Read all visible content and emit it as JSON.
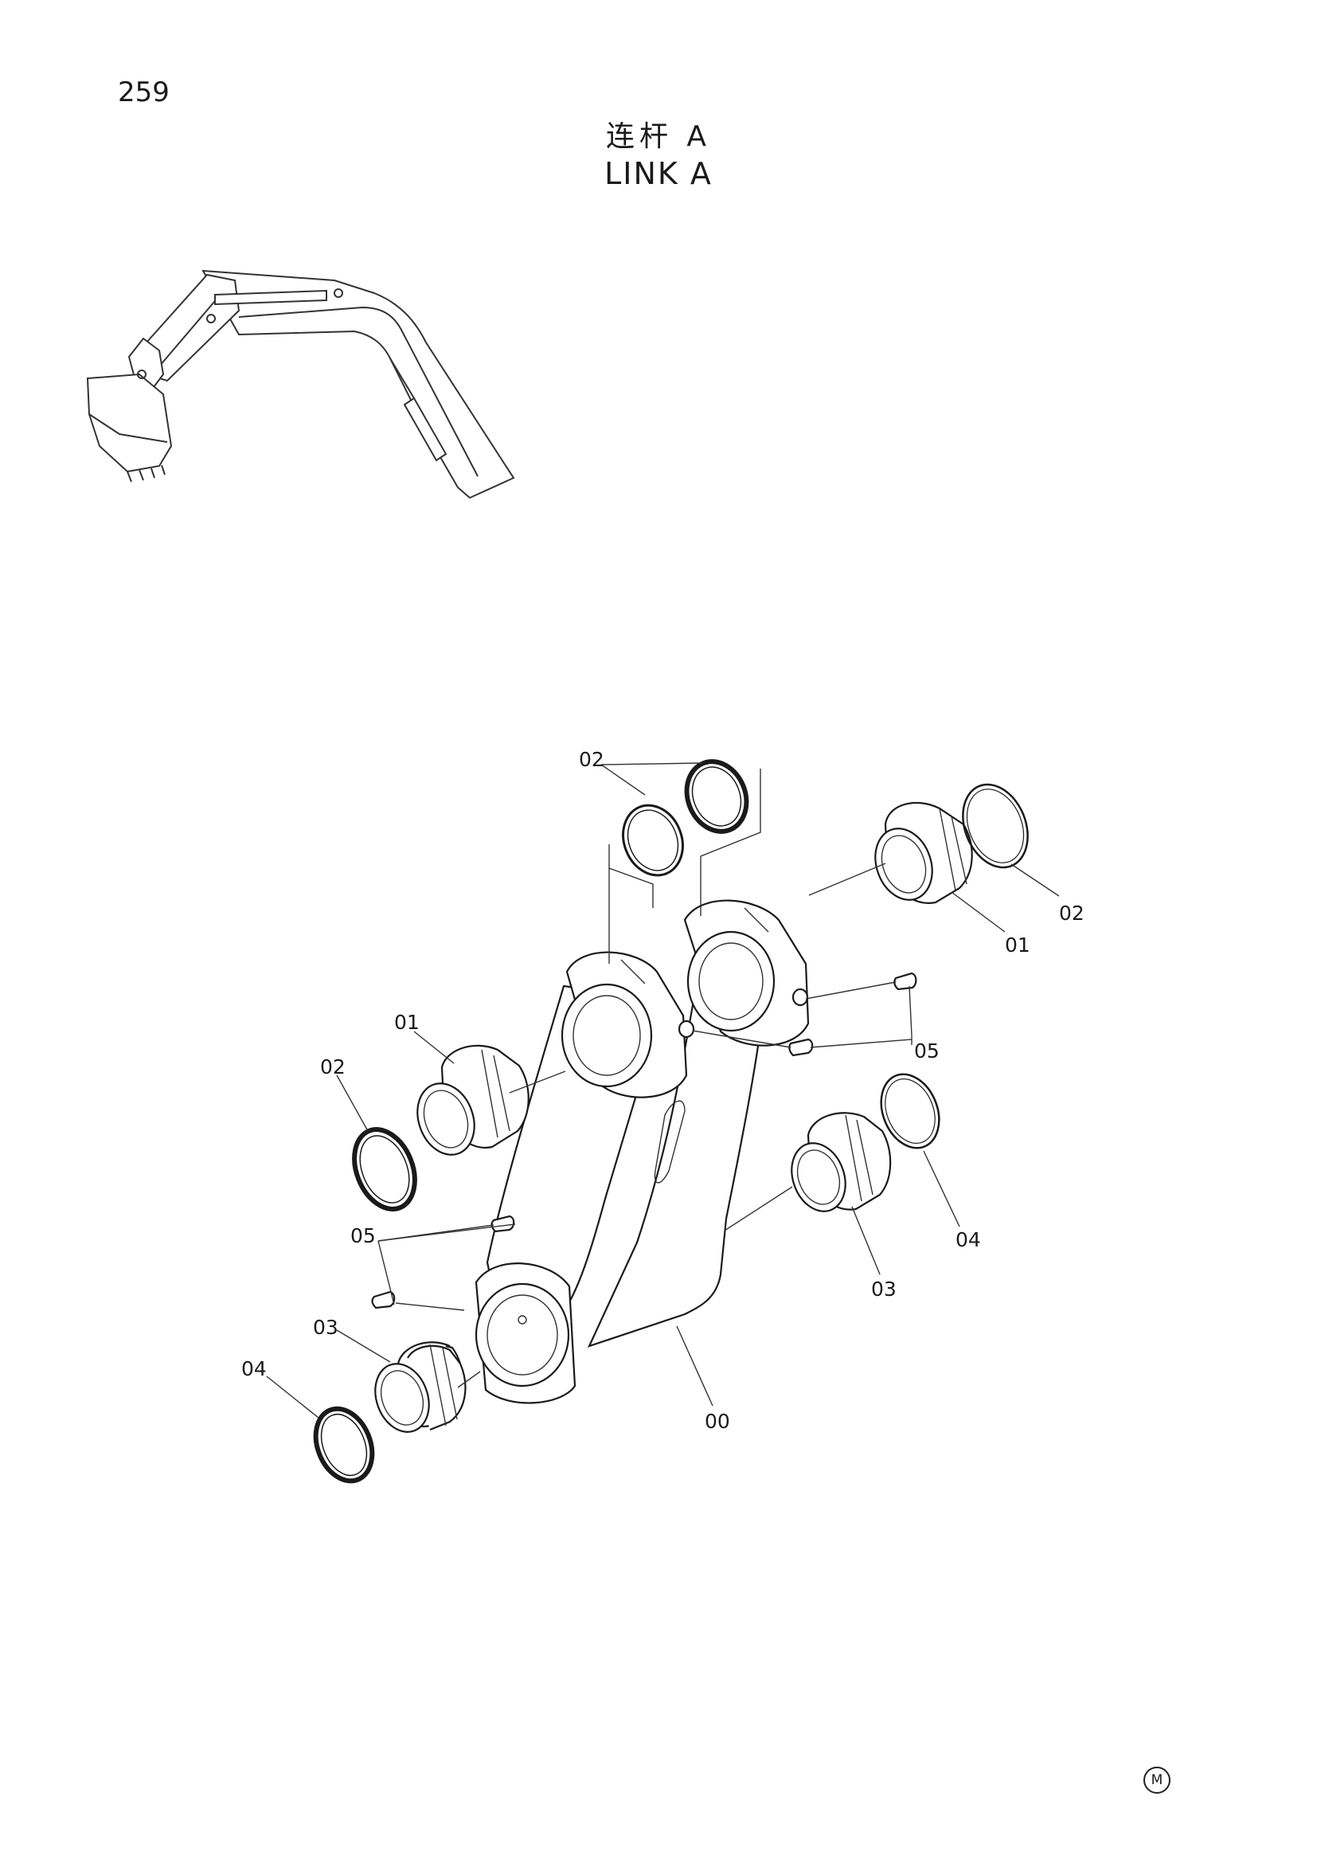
{
  "page": {
    "number": "259"
  },
  "title": {
    "cn": "连杆 A",
    "en": "LINK A"
  },
  "callouts": {
    "part_00": "00",
    "part_01_left": "01",
    "part_01_right": "01",
    "part_02_top": "02",
    "part_02_left": "02",
    "part_02_right": "02",
    "part_03_left": "03",
    "part_03_right": "03",
    "part_04_left": "04",
    "part_04_right": "04",
    "part_05_left": "05",
    "part_05_right": "05"
  },
  "footer_mark": "M"
}
